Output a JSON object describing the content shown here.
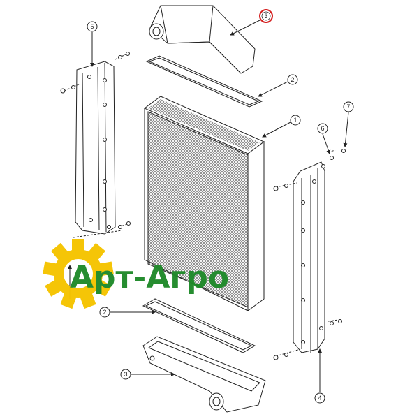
{
  "diagram": {
    "callouts": [
      {
        "label": "3",
        "highlighted": true
      },
      {
        "label": "5",
        "highlighted": false
      },
      {
        "label": "2",
        "highlighted": false
      },
      {
        "label": "1",
        "highlighted": false
      },
      {
        "label": "6",
        "highlighted": false
      },
      {
        "label": "7",
        "highlighted": false
      },
      {
        "label": "2",
        "highlighted": false
      },
      {
        "label": "3",
        "highlighted": false
      },
      {
        "label": "4",
        "highlighted": false
      }
    ],
    "highlight_color": "#d42020"
  },
  "watermark": {
    "text": "Арт-Агро",
    "gear_color": "#f5c400",
    "text_color": "#1f8a2a"
  }
}
